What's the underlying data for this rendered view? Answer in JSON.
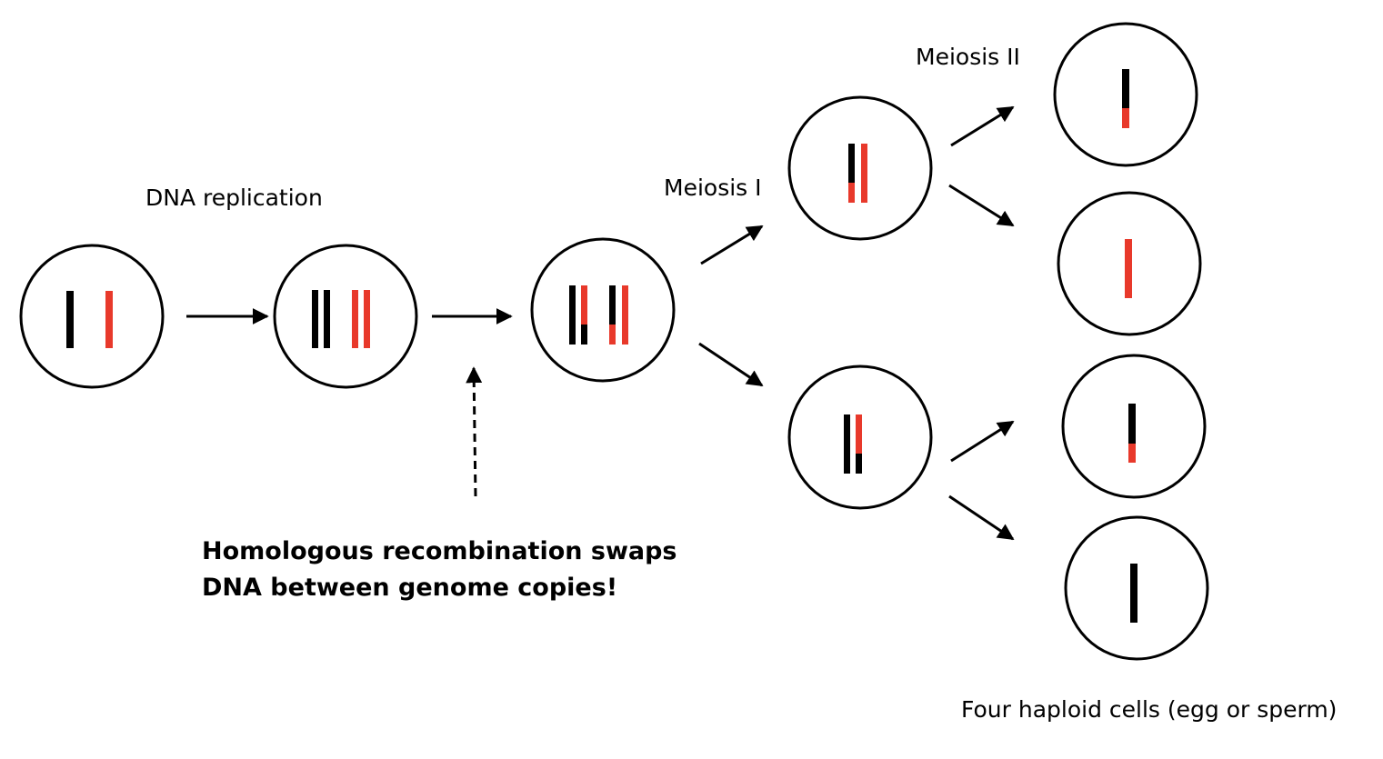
{
  "labels": {
    "dna_replication": "DNA replication",
    "meiosis_1": "Meiosis I",
    "meiosis_2": "Meiosis II",
    "four_haploid_cells": "Four haploid cells (egg or sperm)",
    "recombination_line1": "Homologous recombination swaps",
    "recombination_line2": "DNA between genome copies!"
  },
  "colors": {
    "maternal": "#000000",
    "paternal": "#e8392b",
    "outline": "#000000"
  }
}
